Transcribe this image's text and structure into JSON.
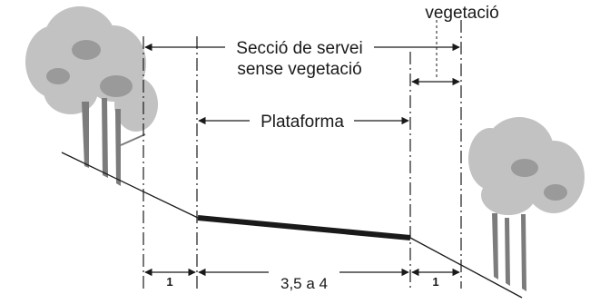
{
  "labels": {
    "top_right": "vegetació",
    "service_line1": "Secció de servei",
    "service_line2": "sense vegetació",
    "platform": "Plataforma"
  },
  "dimensions": {
    "left_margin": "1",
    "platform_width": "3,5 a 4",
    "right_margin": "1"
  },
  "colors": {
    "line": "#1a1a1a",
    "tree_light": "#c2c2c2",
    "tree_mid": "#9a9a9a",
    "trunk": "#7c7c7c",
    "background": "#ffffff"
  }
}
